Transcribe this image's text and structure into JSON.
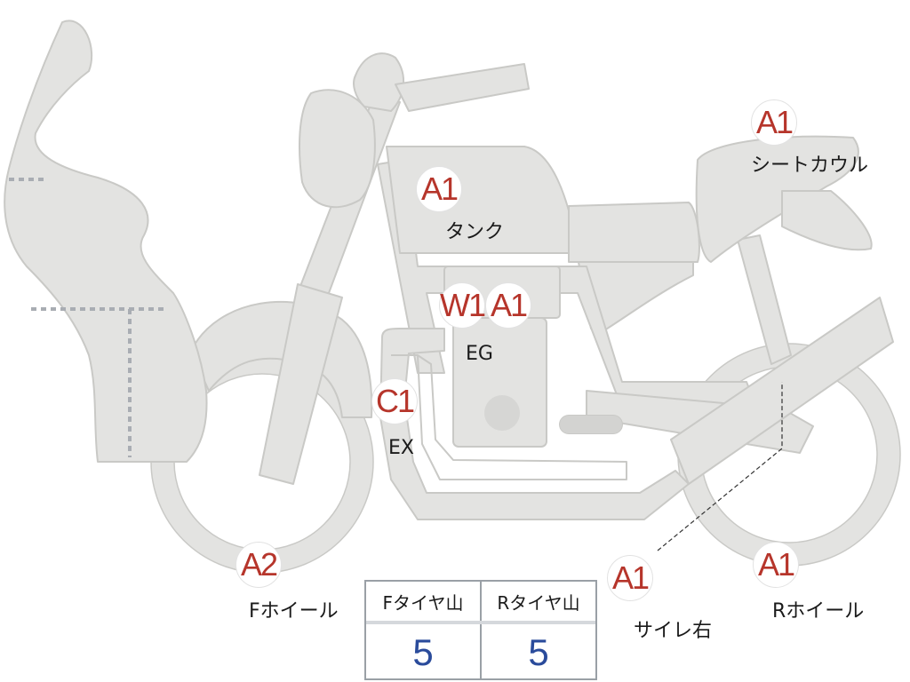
{
  "colors": {
    "part_fill": "#e3e3e1",
    "part_stroke": "#c9c9c6",
    "badge_text": "#b6352b",
    "value_text": "#2a4b9b",
    "dotted": "#a9adb3"
  },
  "markers": {
    "tank": {
      "code": "A1",
      "label": "タンク"
    },
    "seat_cowl": {
      "code": "A1",
      "label": "シートカウル"
    },
    "engine_w": {
      "code": "W1"
    },
    "engine_a": {
      "code": "A1",
      "label": "EG"
    },
    "exhaust": {
      "code": "C1",
      "label": "EX"
    },
    "front_wheel": {
      "code": "A2",
      "label": "Fホイール"
    },
    "muffler": {
      "code": "A1",
      "label": "サイレ右"
    },
    "rear_wheel": {
      "code": "A1",
      "label": "Rホイール"
    }
  },
  "tire_table": {
    "front_header": "Fタイヤ山",
    "rear_header": "Rタイヤ山",
    "front_value": "5",
    "rear_value": "5"
  }
}
